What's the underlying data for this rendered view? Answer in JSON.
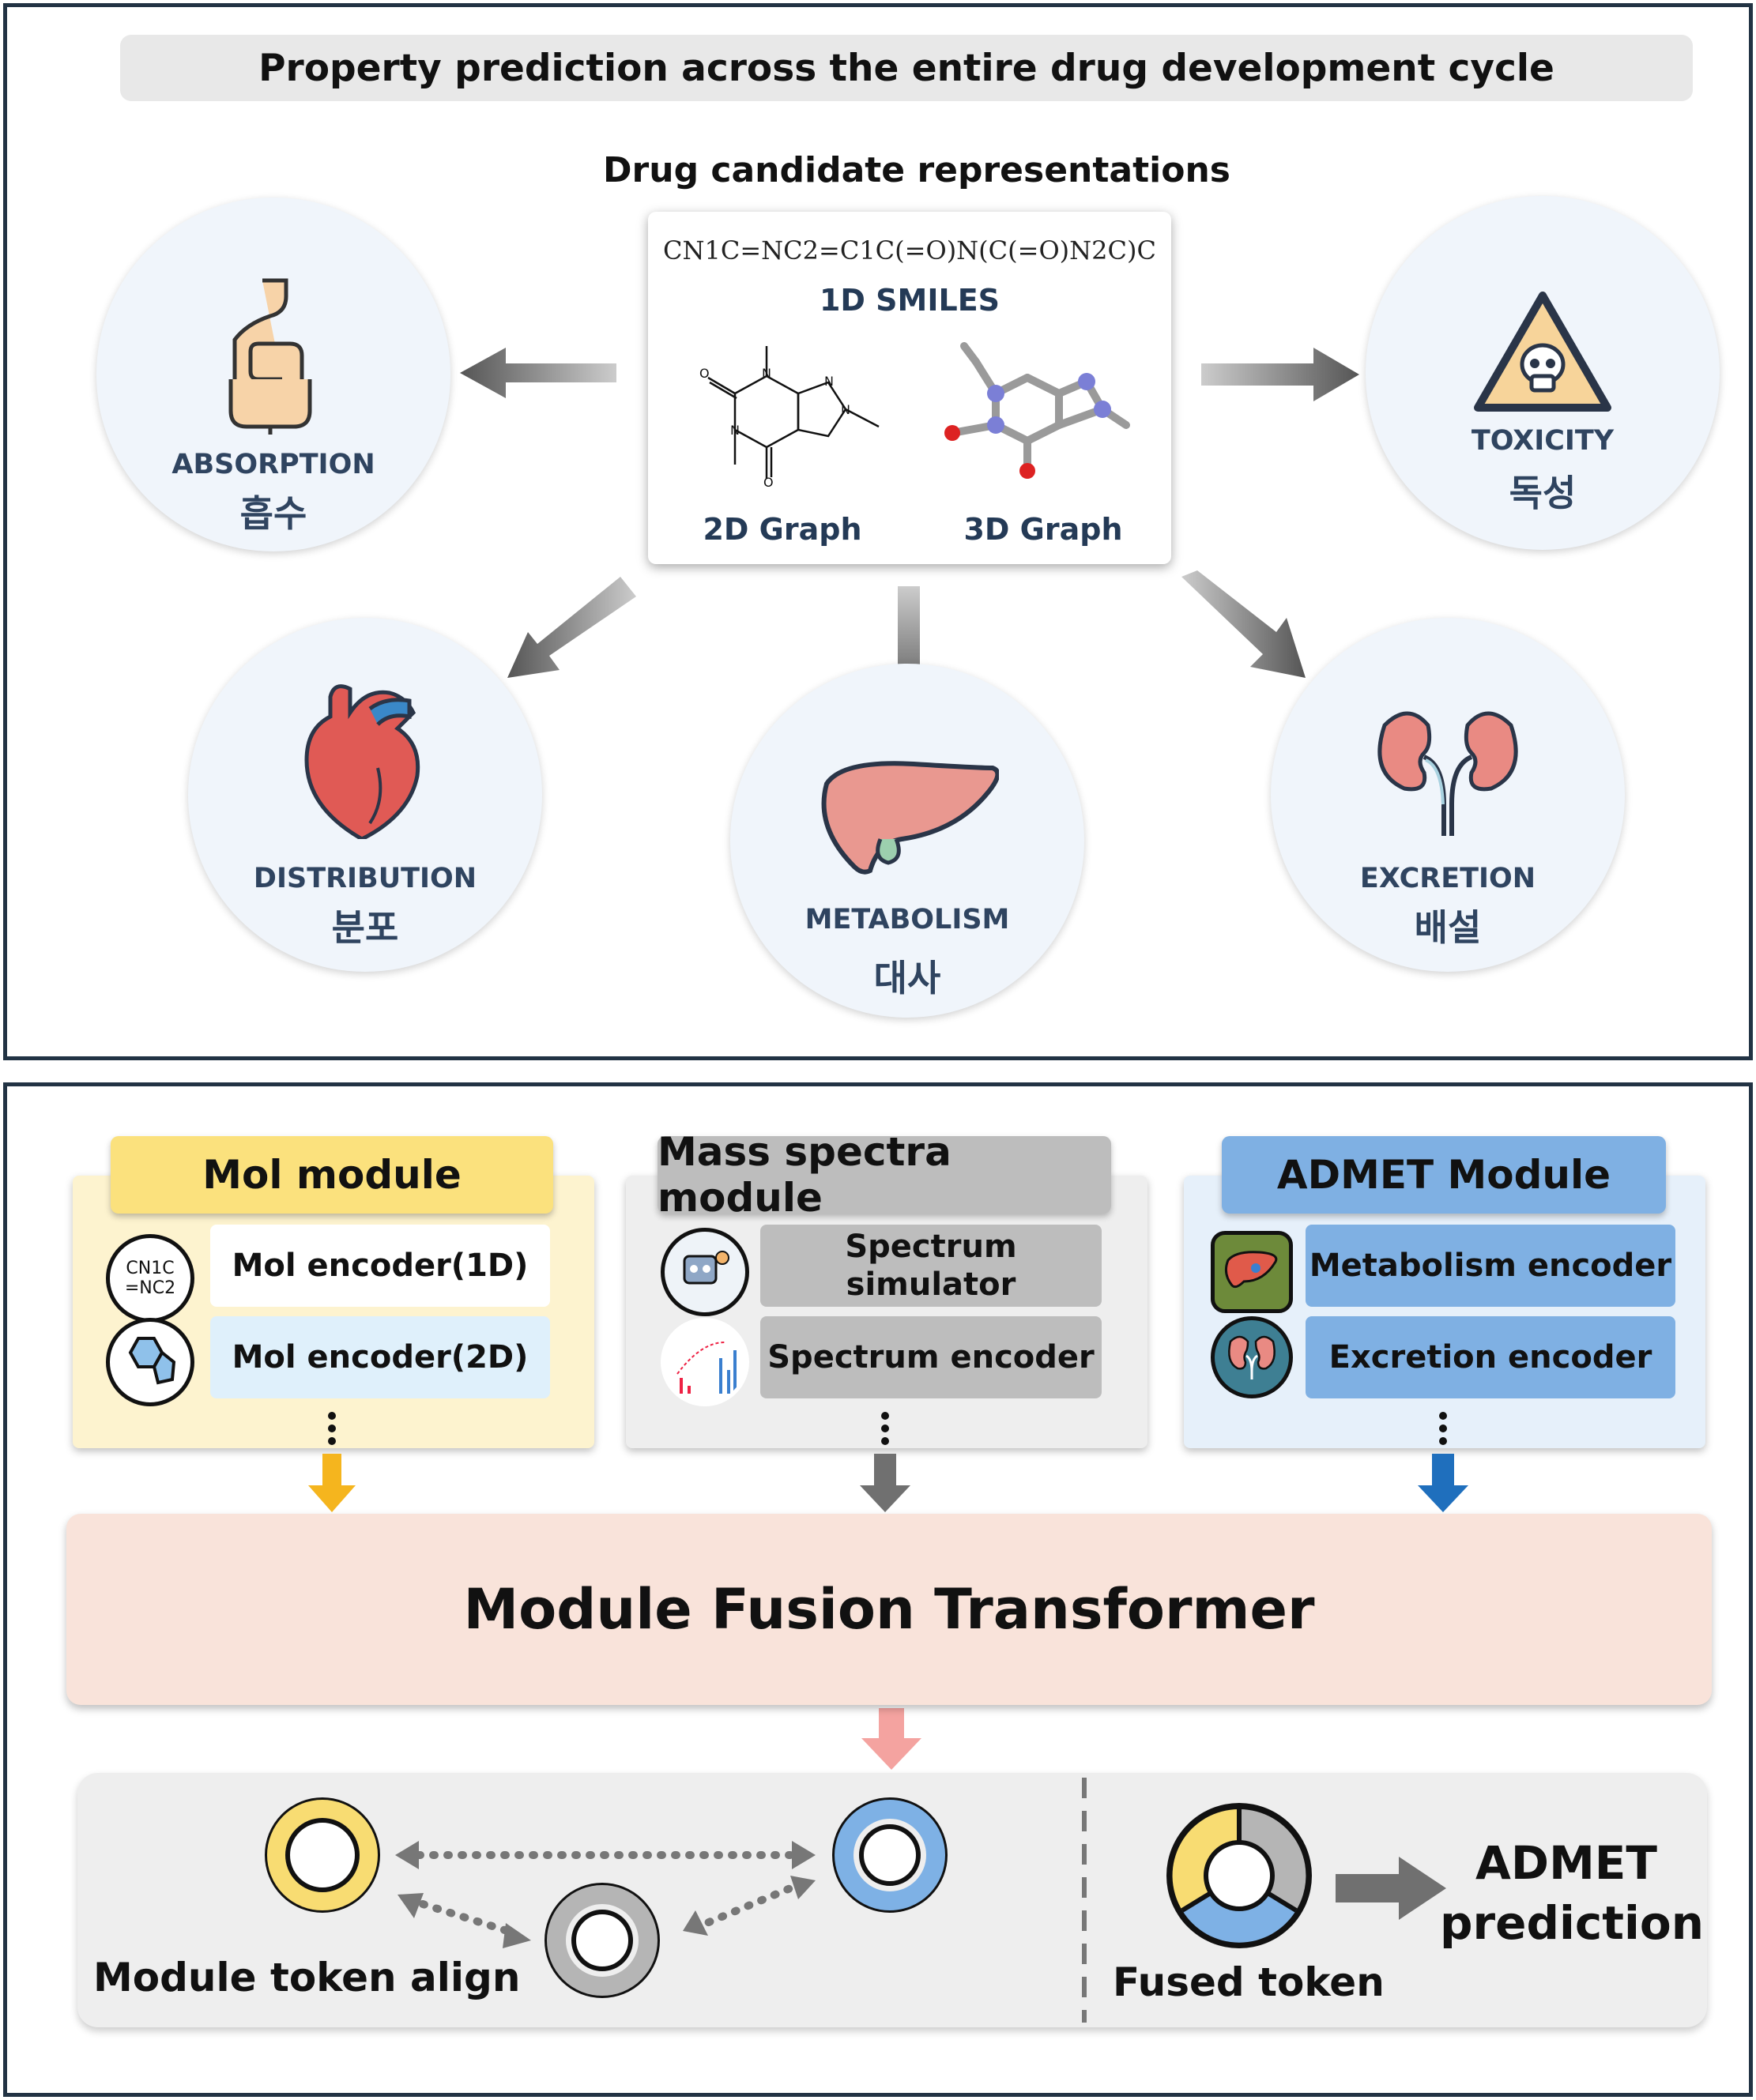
{
  "top": {
    "title": "Property prediction across the entire drug development cycle",
    "rep_title": "Drug candidate representations",
    "smiles": "CN1C=NC2=C1C(=O)N(C(=O)N2C)C",
    "smiles_label": "1D SMILES",
    "graph2d_label": "2D Graph",
    "graph3d_label": "3D Graph",
    "circles": [
      {
        "en": "ABSORPTION",
        "kr": "흡수",
        "icon": "intestine-icon"
      },
      {
        "en": "TOXICITY",
        "kr": "독성",
        "icon": "skull-warning-icon"
      },
      {
        "en": "DISTRIBUTION",
        "kr": "분포",
        "icon": "heart-icon"
      },
      {
        "en": "METABOLISM",
        "kr": "대사",
        "icon": "liver-icon"
      },
      {
        "en": "EXCRETION",
        "kr": "배설",
        "icon": "kidney-icon"
      }
    ]
  },
  "modules": {
    "mol": {
      "title": "Mol module",
      "smiles_icon_text_1": "CN1C",
      "smiles_icon_text_2": "=NC2",
      "enc1": "Mol encoder(1D)",
      "enc2": "Mol encoder(2D)",
      "color": "#fbe17d"
    },
    "mass": {
      "title": "Mass spectra module",
      "enc1": "Spectrum simulator",
      "enc2": "Spectrum encoder",
      "color": "#bdbdbd"
    },
    "admet": {
      "title": "ADMET Module",
      "enc1": "Metabolism encoder",
      "enc2": "Excretion encoder",
      "color": "#7fb0e3"
    }
  },
  "fusion": {
    "title": "Module Fusion Transformer"
  },
  "tokens": {
    "align_label": "Module token align",
    "fused_label": "Fused token",
    "prediction_line1": "ADMET",
    "prediction_line2": "prediction"
  },
  "colors": {
    "yellow": "#f8dc72",
    "gray": "#b5b5b5",
    "blue": "#7eb1e5",
    "fusion": "#f9e3da",
    "pink_arrow": "#f4a3a0",
    "panel_border": "#223344"
  }
}
